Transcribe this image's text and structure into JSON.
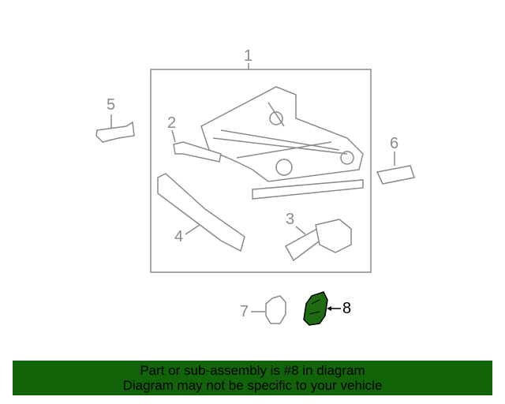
{
  "diagram": {
    "callouts": [
      "1",
      "2",
      "3",
      "4",
      "5",
      "6",
      "7",
      "8"
    ],
    "highlighted_part": "8",
    "highlight_color": "#1e6b12",
    "line_color": "#8a8a8a"
  },
  "banner": {
    "line1": "Part or sub-assembly is #8 in diagram",
    "line2": "Diagram may not be specific to your vehicle",
    "background": "#126409"
  }
}
